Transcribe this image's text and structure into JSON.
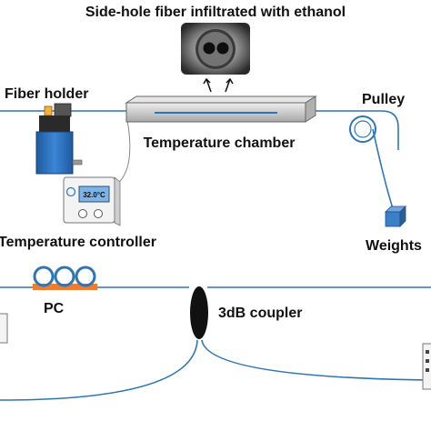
{
  "labels": {
    "title": "Side-hole fiber infiltrated with ethanol",
    "fiber_holder": "Fiber holder",
    "temperature_chamber": "Temperature chamber",
    "pulley": "Pulley",
    "weights": "Weights",
    "temperature_controller": "Temperature controller",
    "pc": "PC",
    "coupler": "3dB coupler",
    "controller_display": "32.0°C"
  },
  "colors": {
    "fiber": "#2e75b6",
    "holder_blue": "#2f6db5",
    "holder_clamp": "#f4b23a",
    "chamber_gray": "#c9c9c9",
    "pc_orange": "#ed7d31",
    "weight_blue": "#3a7fc8",
    "coupler_black": "#111111"
  },
  "icons": {
    "cross_section": "side-hole-fiber-cross-section",
    "arrows": "up-arrows",
    "controller_buttons": [
      "power-icon",
      "down-arrow-icon",
      "up-arrow-icon"
    ]
  }
}
